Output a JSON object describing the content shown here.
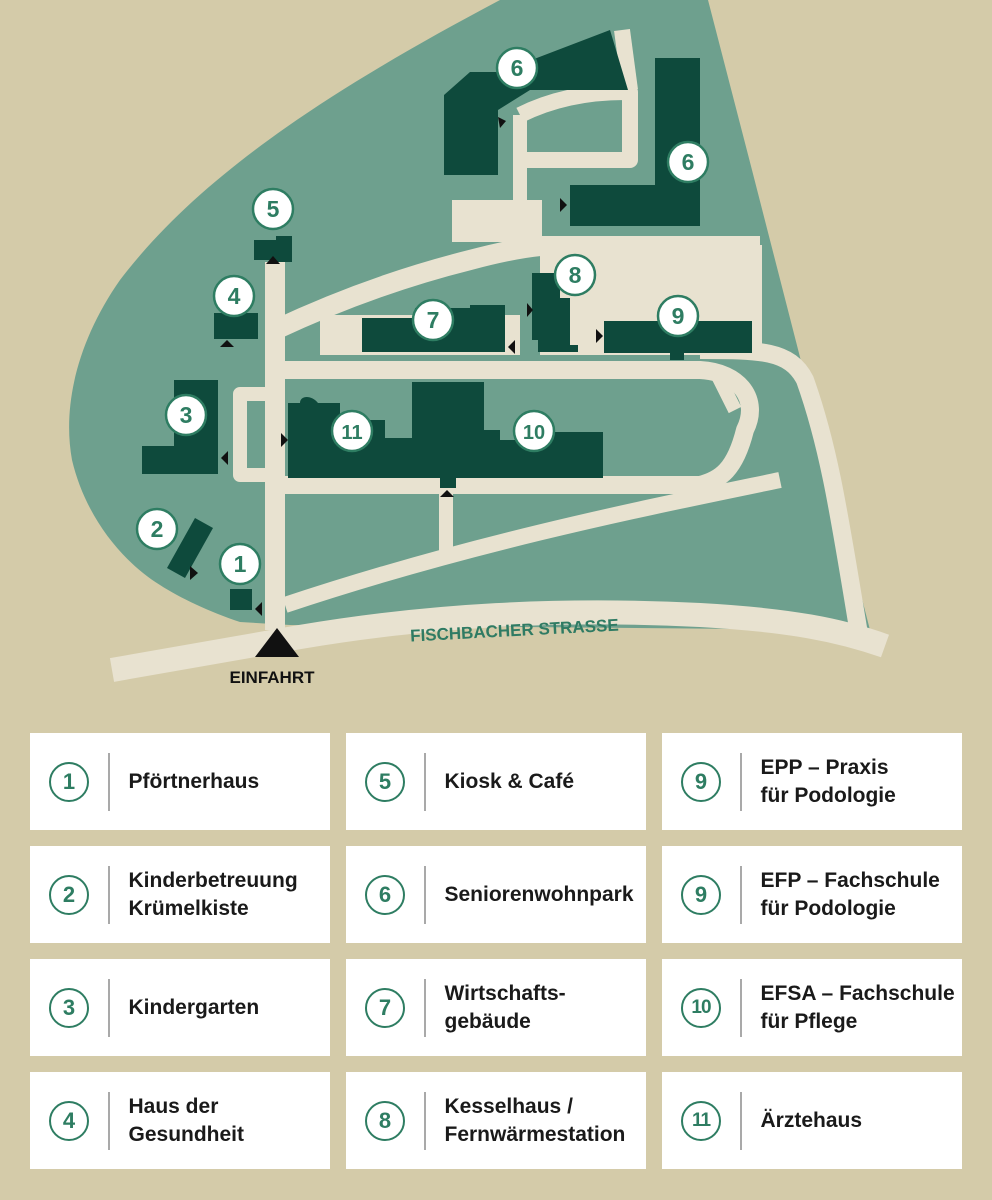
{
  "map": {
    "street_label": "FISCHBACHER STRASSE",
    "entrance_label": "EINFAHRT",
    "markers": [
      "1",
      "2",
      "3",
      "4",
      "5",
      "6",
      "6",
      "7",
      "8",
      "9",
      "10",
      "11"
    ],
    "colors": {
      "background": "#d4cba9",
      "grounds": "#6ea08e",
      "building": "#0e4a3c",
      "road": "#e8e2d0",
      "accent": "#2e7d62"
    }
  },
  "legend": [
    {
      "number": "1",
      "name": "Pförtnerhaus"
    },
    {
      "number": "5",
      "name": "Kiosk & Café"
    },
    {
      "number": "9",
      "name": "EPP – Praxis\nfür Podologie"
    },
    {
      "number": "2",
      "name": "Kinderbetreuung\nKrümelkiste"
    },
    {
      "number": "6",
      "name": "Seniorenwohnpark"
    },
    {
      "number": "9",
      "name": "EFP – Fachschule\nfür Podologie"
    },
    {
      "number": "3",
      "name": "Kindergarten"
    },
    {
      "number": "7",
      "name": "Wirtschafts-\ngebäude"
    },
    {
      "number": "10",
      "name": "EFSA – Fachschule\nfür Pflege"
    },
    {
      "number": "4",
      "name": "Haus der\nGesundheit"
    },
    {
      "number": "8",
      "name": "Kesselhaus /\nFernwärmestation"
    },
    {
      "number": "11",
      "name": "Ärztehaus"
    }
  ]
}
